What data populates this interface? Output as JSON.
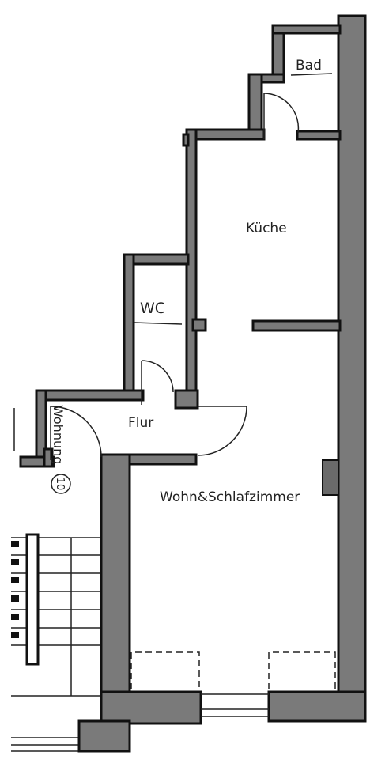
{
  "rooms": {
    "bad": "Bad",
    "kueche": "Küche",
    "wc": "WC",
    "flur": "Flur",
    "wohnzimmer": "Wohn&Schlafzimmer"
  },
  "entrance": {
    "label": "Wohnung",
    "number": "10"
  },
  "colors": {
    "wall_fill": "#7a7a7a",
    "wall_outline": "#111111",
    "background": "#ffffff"
  }
}
